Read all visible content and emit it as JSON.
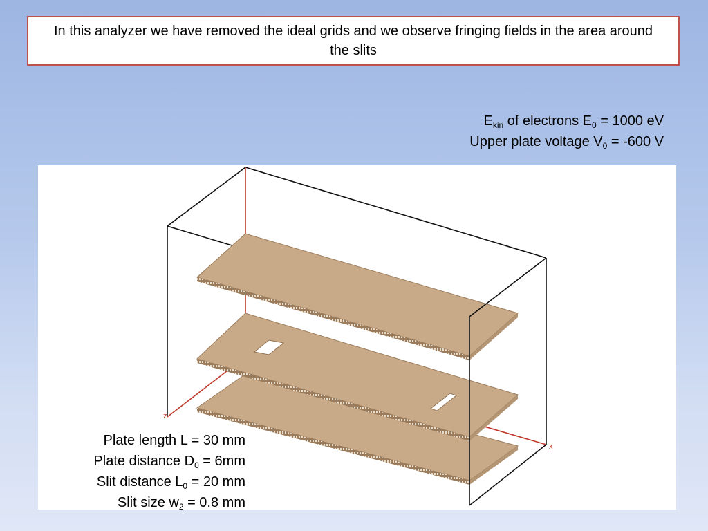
{
  "title": "In this analyzer we have removed the ideal grids and we observe fringing fields in the area around the slits",
  "params": {
    "ekin": {
      "symbol": "E",
      "sub": "kin",
      "text": " of electrons E",
      "sub2": "0",
      "value": " = 1000 eV"
    },
    "voltage": {
      "text": "Upper plate voltage V",
      "sub": "0",
      "value": " = -600 V"
    }
  },
  "specs": {
    "length": {
      "text": "Plate length L = 30 mm"
    },
    "distance": {
      "text": "Plate distance D",
      "sub": "0",
      "value": " = 6mm"
    },
    "slit_distance": {
      "text": "Slit distance L",
      "sub": "0",
      "value": " = 20 mm"
    },
    "slit_size": {
      "text": "Slit size w",
      "sub": "2",
      "value": " = 0.8 mm"
    }
  },
  "axes": {
    "x": "x",
    "z": "z"
  },
  "colors": {
    "plate_fill": "#c8aa88",
    "plate_edge": "#9a7c5c",
    "box_line": "#111111",
    "axis_line": "#c0392b",
    "title_border": "#c0504d"
  }
}
